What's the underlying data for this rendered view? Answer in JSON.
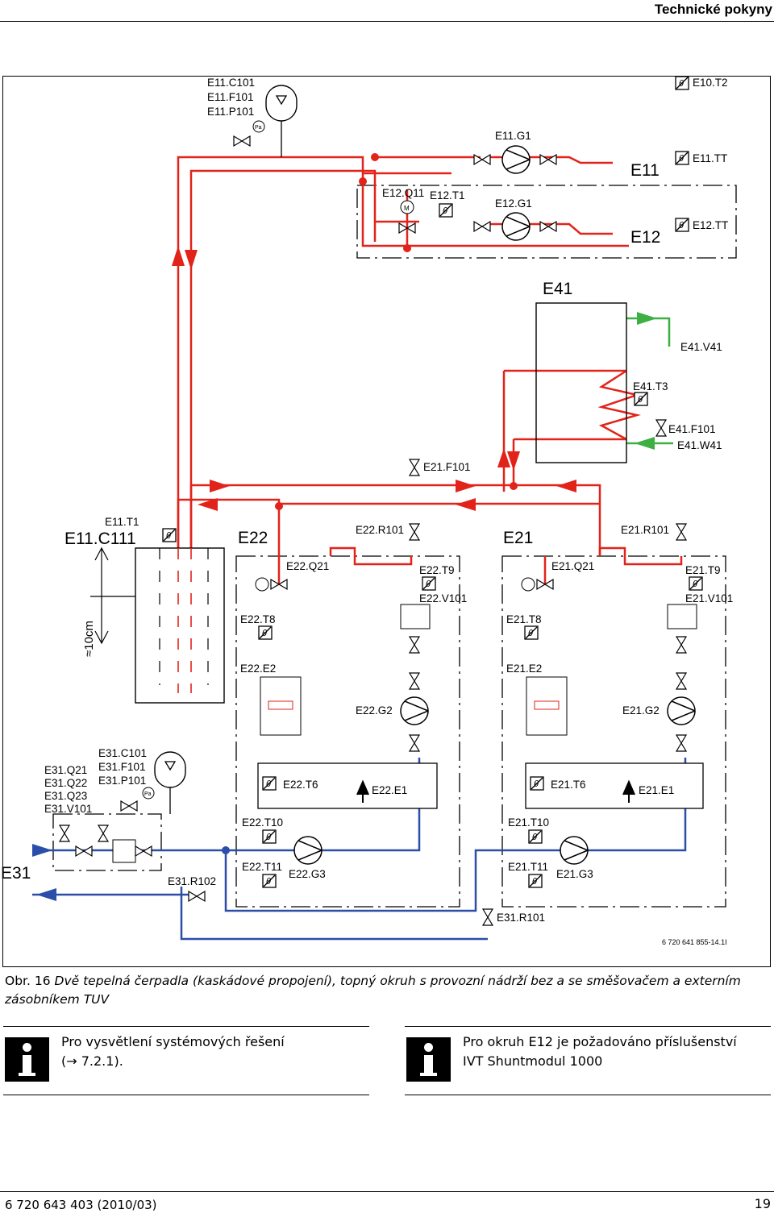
{
  "header": {
    "title": "Technické pokyny"
  },
  "colors": {
    "hot": "#e2231a",
    "cold": "#2b4ea8",
    "water": "#3cb043",
    "line": "#000000"
  },
  "diagram": {
    "labels": {
      "e11_c101": "E11.C101",
      "e11_f101": "E11.F101",
      "e11_p101": "E11.P101",
      "e10_t2": "E10.T2",
      "e11_g1": "E11.G1",
      "e11": "E11",
      "e11_tt": "E11.TT",
      "e12_q11": "E12.Q11",
      "e12_t1": "E12.T1",
      "e12_g1": "E12.G1",
      "e12": "E12",
      "e12_tt": "E12.TT",
      "e41": "E41",
      "e41_v41": "E41.V41",
      "e41_t3": "E41.T3",
      "e41_f101": "E41.F101",
      "e41_w41": "E41.W41",
      "e21_f101": "E21.F101",
      "e11_t1": "E11.T1",
      "e11_c111": "E11.C111",
      "e22": "E22",
      "e22_r101": "E22.R101",
      "e21": "E21",
      "e21_r101": "E21.R101",
      "e22_q21": "E22.Q21",
      "e22_t9": "E22.T9",
      "e22_v101": "E22.V101",
      "e22_t8": "E22.T8",
      "e21_q21": "E21.Q21",
      "e21_t9": "E21.T9",
      "e21_v101": "E21.V101",
      "e21_t8": "E21.T8",
      "dim": "≈10cm",
      "e22_e2": "E22.E2",
      "e21_e2": "E21.E2",
      "e22_g2": "E22.G2",
      "e21_g2": "E21.G2",
      "e31_c101": "E31.C101",
      "e31_f101": "E31.F101",
      "e31_p101": "E31.P101",
      "e31_q21": "E31.Q21",
      "e31_q22": "E31.Q22",
      "e31_q23": "E31.Q23",
      "e31_v101": "E31.V101",
      "e22_t6": "E22.T6",
      "e22_e1": "E22.E1",
      "e21_t6": "E21.T6",
      "e21_e1": "E21.E1",
      "e22_t10": "E22.T10",
      "e21_t10": "E21.T10",
      "e31": "E31",
      "e31_r102": "E31.R102",
      "e22_t11": "E22.T11",
      "e22_g3": "E22.G3",
      "e21_t11": "E21.T11",
      "e21_g3": "E21.G3",
      "e31_r101": "E31.R101",
      "pa": "Pa",
      "m": "M",
      "docref": "6 720 641 855-14.1I"
    }
  },
  "caption": {
    "label": "Obr. 16",
    "text": "Dvě tepelná čerpadla (kaskádové propojení), topný okruh s provozní nádrží bez a se směšovačem a externím zásobníkem TUV"
  },
  "notes": [
    {
      "line1": "Pro vysvětlení systémových řešení",
      "line2": "(→ 7.2.1)."
    },
    {
      "line1": "Pro okruh E12 je požadováno příslušenství",
      "line2": "IVT Shuntmodul 1000"
    }
  ],
  "footer": {
    "doc": "6 720 643 403 (2010/03)",
    "page": "19"
  }
}
